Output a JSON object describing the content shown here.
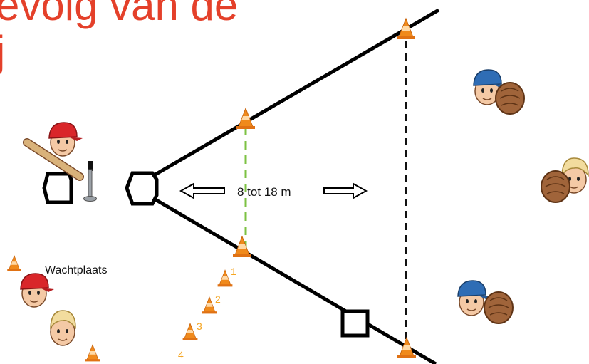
{
  "title": {
    "line1": "evolg van de",
    "line2": "j"
  },
  "distance_label": "8 tot 18 m",
  "waiting_area_label": "Wachtplaats",
  "queue_numbers": [
    "1",
    "2",
    "3",
    "4"
  ],
  "colors": {
    "title": "#e4402a",
    "cone": "#f08a1c",
    "queue_number": "#f5a623",
    "green_dash": "#7cc243",
    "cap_red": "#d9262a",
    "cap_blue": "#2f6db5",
    "glove": "#a0643a",
    "bat": "#d9b27a"
  },
  "icons": [
    "cone-icon",
    "batter-icon",
    "fielder-icon",
    "glove-icon",
    "tee-icon",
    "home-plate-icon",
    "base-icon",
    "double-arrow-icon"
  ]
}
